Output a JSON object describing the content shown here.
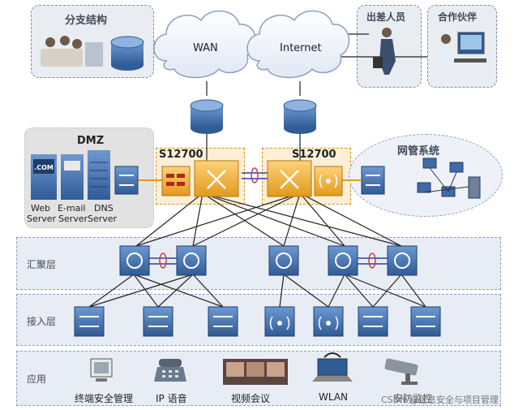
{
  "branch": {
    "label": "分支结构"
  },
  "wan": {
    "label": "WAN"
  },
  "internet": {
    "label": "Internet"
  },
  "travel": {
    "label": "出差人员"
  },
  "partner": {
    "label": "合作伙伴"
  },
  "dmz": {
    "label": "DMZ",
    "servers": [
      "Web\nServer",
      "E-mail\nServer",
      "DNS\nServer"
    ],
    "web": "Web",
    "web2": "Server",
    "email": "E-mail",
    "email2": "Server",
    "dns": "DNS",
    "dns2": "Server"
  },
  "core": {
    "left_label": "S12700",
    "right_label": "S12700"
  },
  "nms": {
    "label": "网管系统"
  },
  "layers": {
    "aggregation": "汇聚层",
    "access": "接入层",
    "application": "应用"
  },
  "apps": [
    "终端安全管理",
    "IP 语音",
    "视频会议",
    "WLAN",
    "安防监控"
  ],
  "watermark": "CSDN @信息安全与项目管理",
  "colors": {
    "device_blue": "#3f6aa6",
    "core_orange": "#f3b33d",
    "zone_gray": "#e6e6e6"
  }
}
